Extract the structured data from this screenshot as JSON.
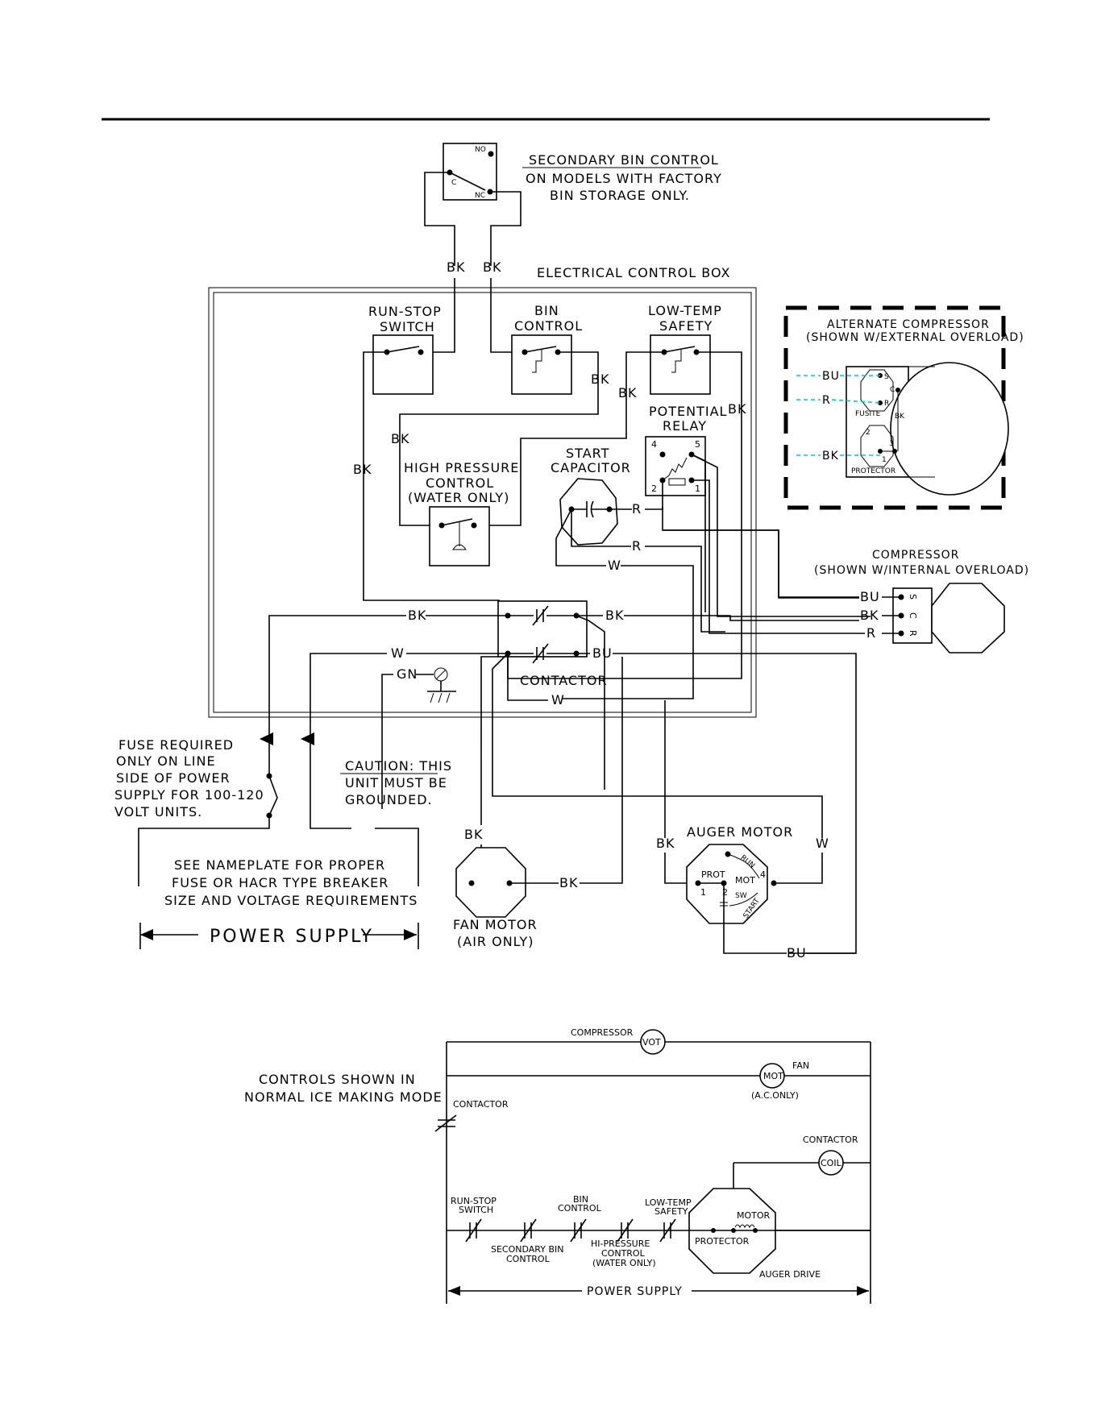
{
  "wiring": {
    "secondary_bin": {
      "no": "NO",
      "c": "C",
      "nc": "NC",
      "line1": "SECONDARY BIN CONTROL",
      "line2": "ON MODELS WITH FACTORY",
      "line3": "BIN STORAGE ONLY."
    },
    "box_title": "ELECTRICAL CONTROL BOX",
    "run_stop": {
      "line1": "RUN-STOP",
      "line2": "SWITCH"
    },
    "bin_control": {
      "line1": "BIN",
      "line2": "CONTROL"
    },
    "low_temp": {
      "line1": "LOW-TEMP",
      "line2": "SAFETY"
    },
    "high_pressure": {
      "line1": "HIGH PRESSURE",
      "line2": "CONTROL",
      "line3": "(WATER ONLY)"
    },
    "start_cap": {
      "line1": "START",
      "line2": "CAPACITOR"
    },
    "potential_relay": {
      "line1": "POTENTIAL",
      "line2": "RELAY",
      "t4": "4",
      "t5": "5",
      "t2": "2",
      "t1": "1"
    },
    "contactor": "CONTACTOR",
    "alt_comp": {
      "line1": "ALTERNATE COMPRESSOR",
      "line2": "(SHOWN W/EXTERNAL OVERLOAD)",
      "fusite": "FUSITE",
      "protector": "PROTECTOR",
      "s": "S",
      "c": "C",
      "r": "R",
      "bk": "BK",
      "p2": "2",
      "p3": "3",
      "p1": "1"
    },
    "compressor": {
      "line1": "COMPRESSOR",
      "line2": "(SHOWN W/INTERNAL OVERLOAD)",
      "s": "S",
      "c": "C",
      "r": "R"
    },
    "fuse_note": {
      "line1": "FUSE REQUIRED",
      "line2": "ONLY ON LINE",
      "line3": "SIDE OF POWER",
      "line4": "SUPPLY FOR 100-120",
      "line5": "VOLT UNITS."
    },
    "caution": {
      "line1": "CAUTION: THIS",
      "line2": "UNIT MUST BE",
      "line3": "GROUNDED."
    },
    "nameplate": {
      "line1": "SEE NAMEPLATE FOR PROPER",
      "line2": "FUSE OR HACR TYPE BREAKER",
      "line3": "SIZE AND VOLTAGE REQUIREMENTS"
    },
    "power_supply": "POWER SUPPLY",
    "fan_motor": {
      "line1": "FAN MOTOR",
      "line2": "(AIR ONLY)"
    },
    "auger_motor": {
      "title": "AUGER MOTOR",
      "prot": "PROT",
      "mot": "MOT",
      "run": "RUN",
      "start": "START",
      "sw": "SW",
      "t1": "1",
      "t2": "2",
      "t4": "4"
    },
    "wires": {
      "bk": "BK",
      "bu": "BU",
      "r": "R",
      "w": "W",
      "gn": "GN"
    }
  },
  "ladder": {
    "mode_line1": "CONTROLS SHOWN IN",
    "mode_line2": "NORMAL ICE MAKING MODE",
    "compressor": "COMPRESSOR",
    "vot": "VOT",
    "fan": "FAN",
    "mot": "MOT",
    "ac_only": "(A.C.ONLY)",
    "contactor": "CONTACTOR",
    "contactor_coil": "CONTACTOR",
    "coil": "COIL",
    "run_stop": {
      "line1": "RUN-STOP",
      "line2": "SWITCH"
    },
    "bin_control": {
      "line1": "BIN",
      "line2": "CONTROL"
    },
    "low_temp": {
      "line1": "LOW-TEMP",
      "line2": "SAFETY"
    },
    "secondary_bin": {
      "line1": "SECONDARY BIN",
      "line2": "CONTROL"
    },
    "hi_pressure": {
      "line1": "HI-PRESSURE",
      "line2": "CONTROL",
      "line3": "(WATER ONLY)"
    },
    "protector": "PROTECTOR",
    "motor": "MOTOR",
    "auger_drive": "AUGER DRIVE",
    "power_supply": "POWER SUPPLY"
  }
}
